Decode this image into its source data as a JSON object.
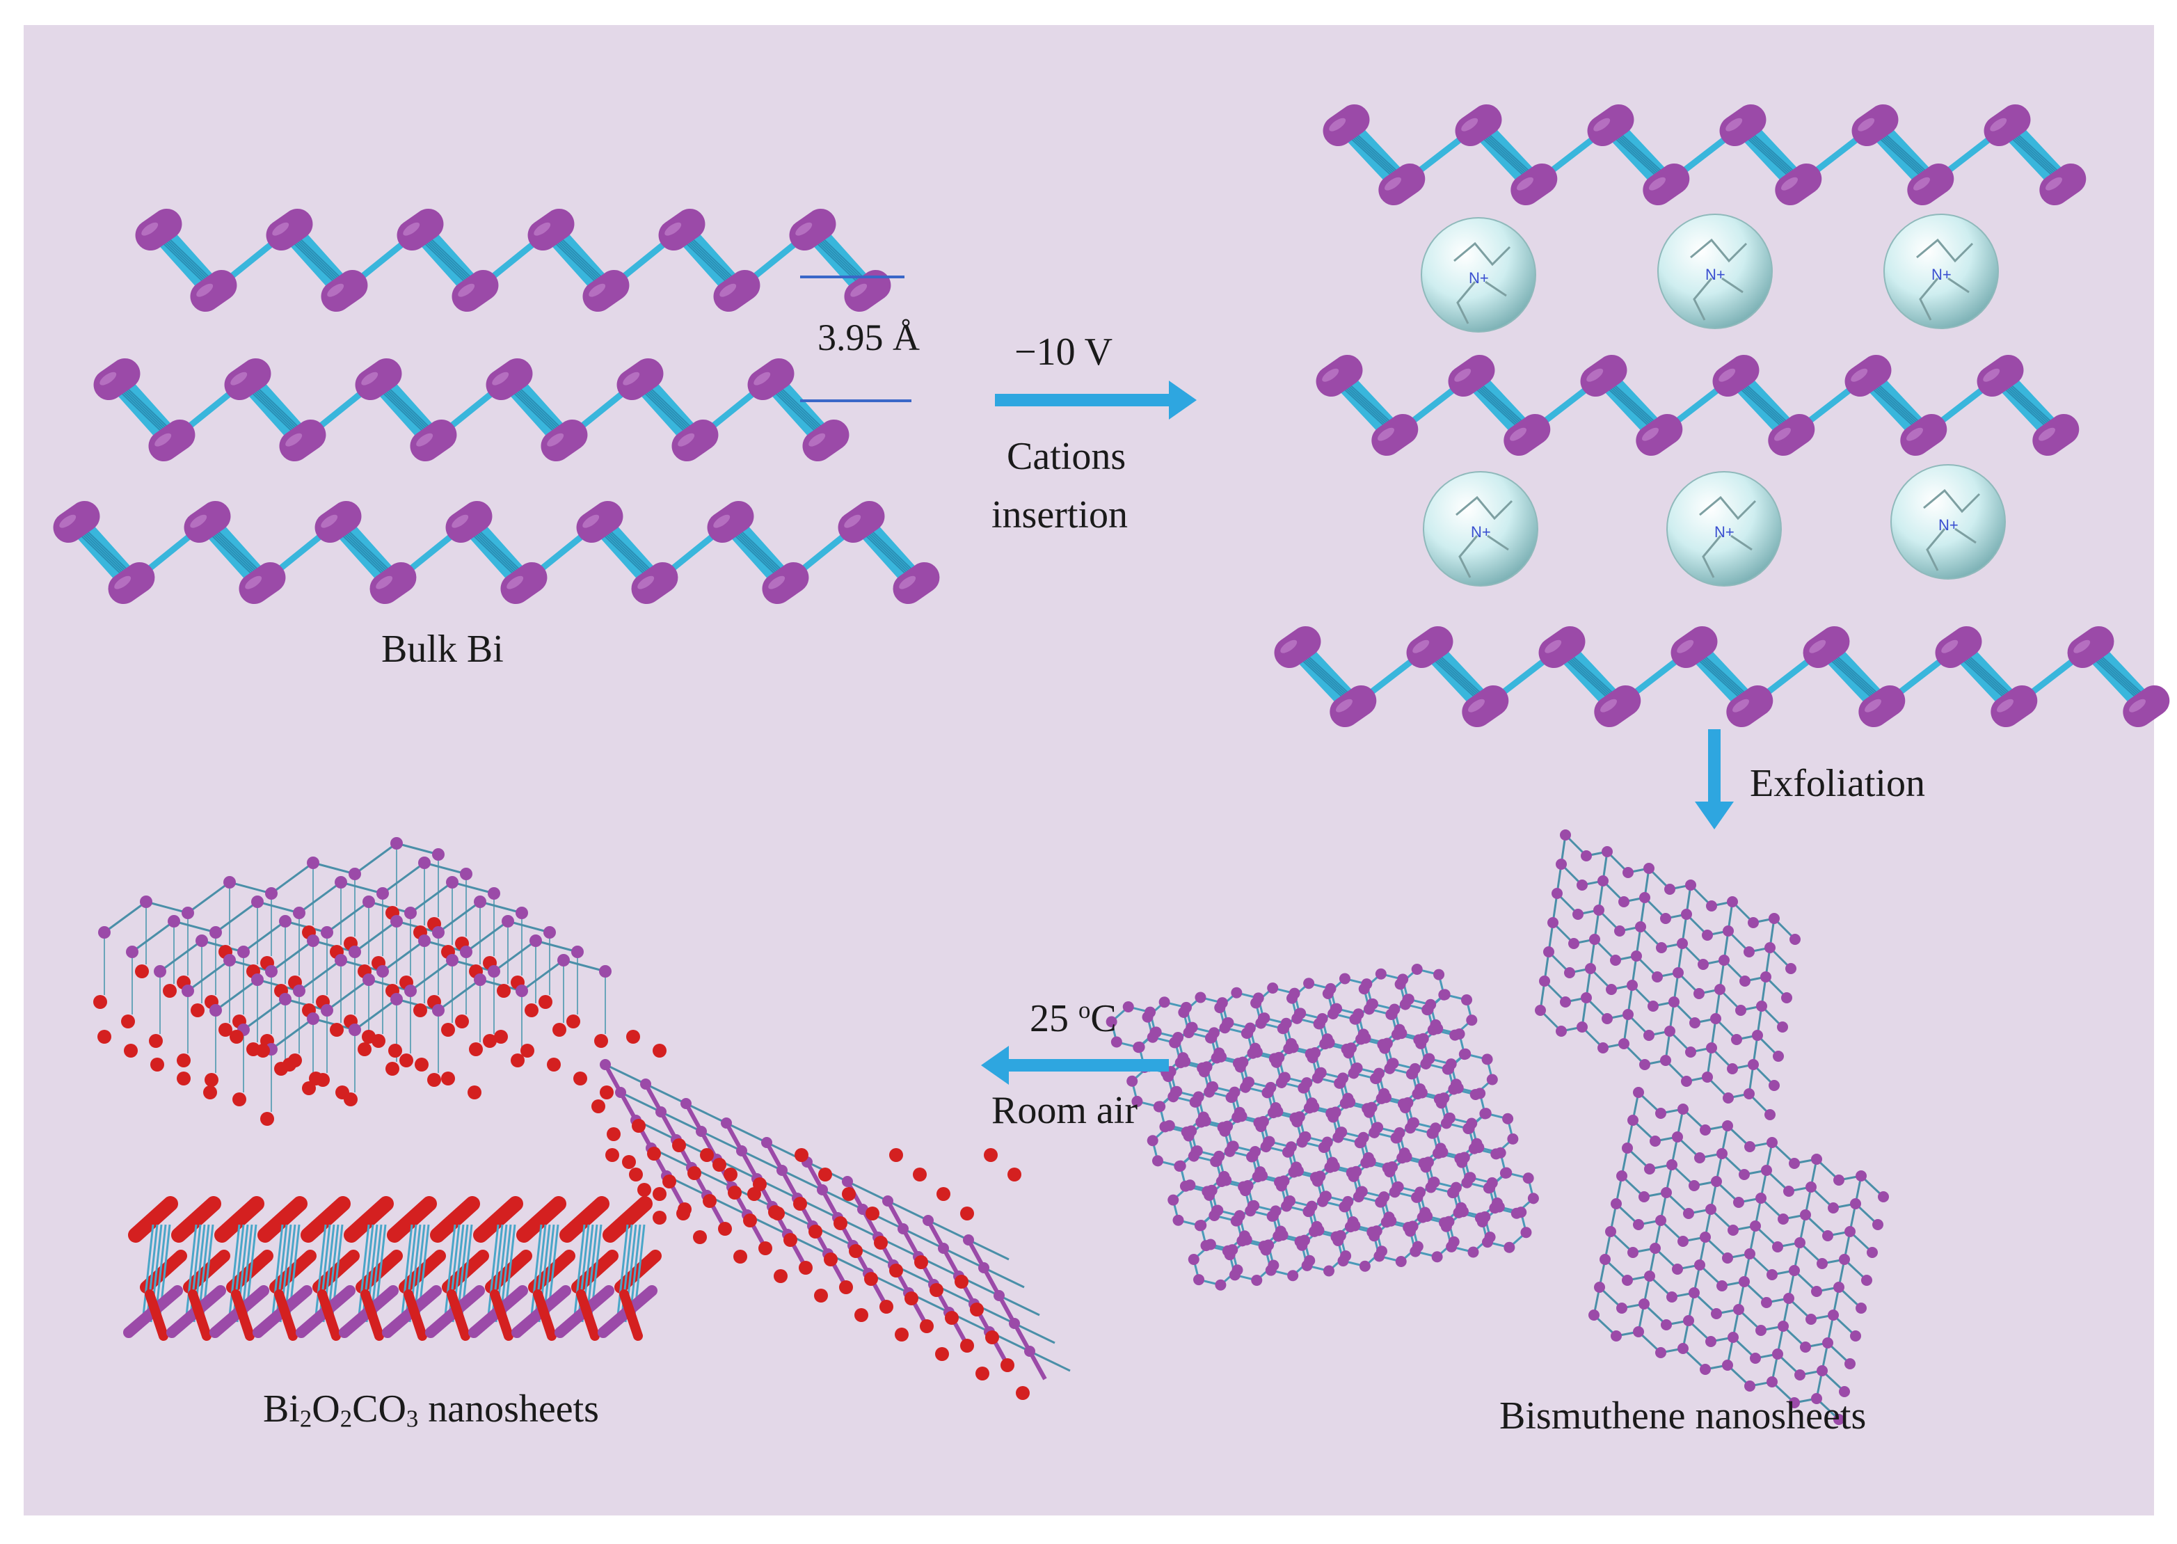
{
  "labels": {
    "bulk": "Bulk Bi",
    "spacing": "3.95 Å",
    "voltage": "−10 V",
    "insertion_1": "Cations",
    "insertion_2": "insertion",
    "exfoliation": "Exfoliation",
    "temp_value": "25 ",
    "temp_super": "o",
    "temp_unit": "C",
    "air": "Room air",
    "bismuthene": "Bismuthene nanosheets",
    "carbonate_bi": "Bi",
    "carbonate_sub1": "2",
    "carbonate_o": "O",
    "carbonate_sub2": "2",
    "carbonate_co": "CO",
    "carbonate_sub3": "3",
    "carbonate_suffix": " nanosheets",
    "cation_symbol": "N+"
  },
  "colors": {
    "background": "#e3d8e8",
    "bi_atom": "#9b4aa8",
    "bond": "#39b6dc",
    "oxygen": "#d42020",
    "arrow": "#2ea6e0",
    "cation": "#c8e8ea"
  }
}
